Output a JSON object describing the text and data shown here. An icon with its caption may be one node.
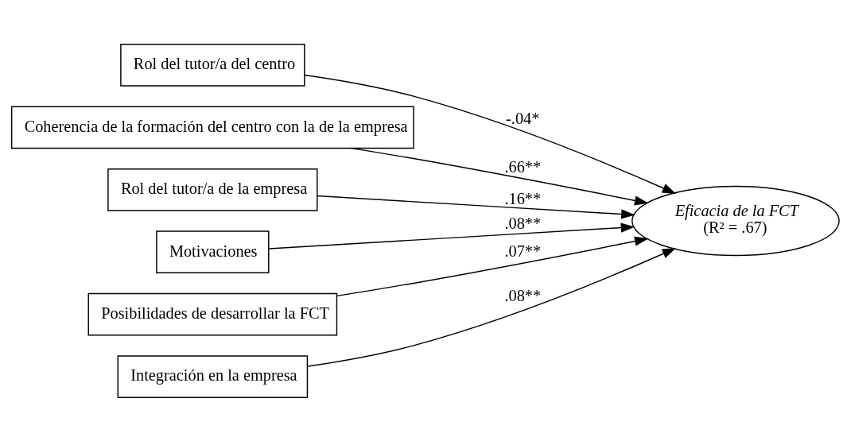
{
  "diagram": {
    "nodes": [
      {
        "text": [
          "Rol del tutor/a del centro"
        ]
      },
      {
        "text": [
          "Coherencia de la formación del centro con la de la empresa"
        ]
      },
      {
        "text": [
          "Rol del tutor/a de la empresa"
        ]
      },
      {
        "text": [
          "Motivaciones"
        ]
      },
      {
        "text": [
          "Posibilidades de desarrollar la FCT"
        ]
      },
      {
        "text": [
          "Integración en la empresa"
        ]
      },
      {
        "text": [
          "Eficacia de la FCT",
          "(R² = .67)"
        ]
      }
    ],
    "edges": [
      {
        "from": 0,
        "to": 6,
        "arrow": "to",
        "label": "-.04*"
      },
      {
        "from": 1,
        "to": 6,
        "arrow": "to",
        "label": ".66**"
      },
      {
        "from": 2,
        "to": 6,
        "arrow": "to",
        "label": ".16**"
      },
      {
        "from": 3,
        "to": 6,
        "arrow": "to",
        "label": ".08**"
      },
      {
        "from": 4,
        "to": 6,
        "arrow": "to",
        "label": ".07**"
      },
      {
        "from": 5,
        "to": 6,
        "arrow": "to",
        "label": ".08**"
      }
    ]
  }
}
